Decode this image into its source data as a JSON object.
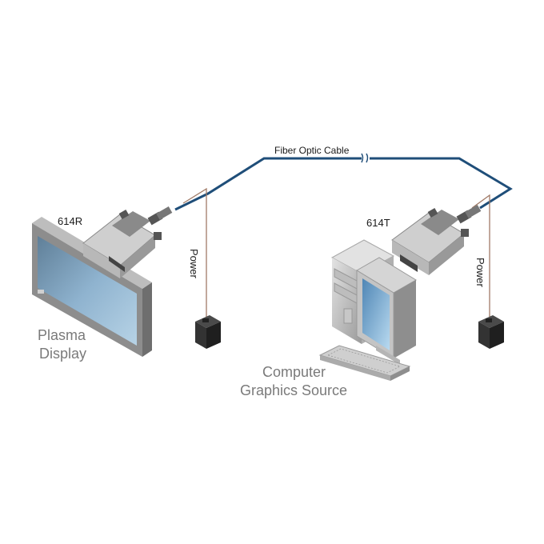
{
  "labels": {
    "fiber_cable": "Fiber Optic Cable",
    "receiver": "614R",
    "transmitter": "614T",
    "power_left": "Power",
    "power_right": "Power",
    "display_line1": "Plasma",
    "display_line2": "Display",
    "source_line1": "Computer",
    "source_line2": "Graphics Source"
  },
  "colors": {
    "fiber": "#1f4e79",
    "label_gray": "#7a7a7a",
    "label_dark": "#1a1a1a",
    "device_gray": "#9a9a9a",
    "screen_blue": "#8fb6d6"
  }
}
